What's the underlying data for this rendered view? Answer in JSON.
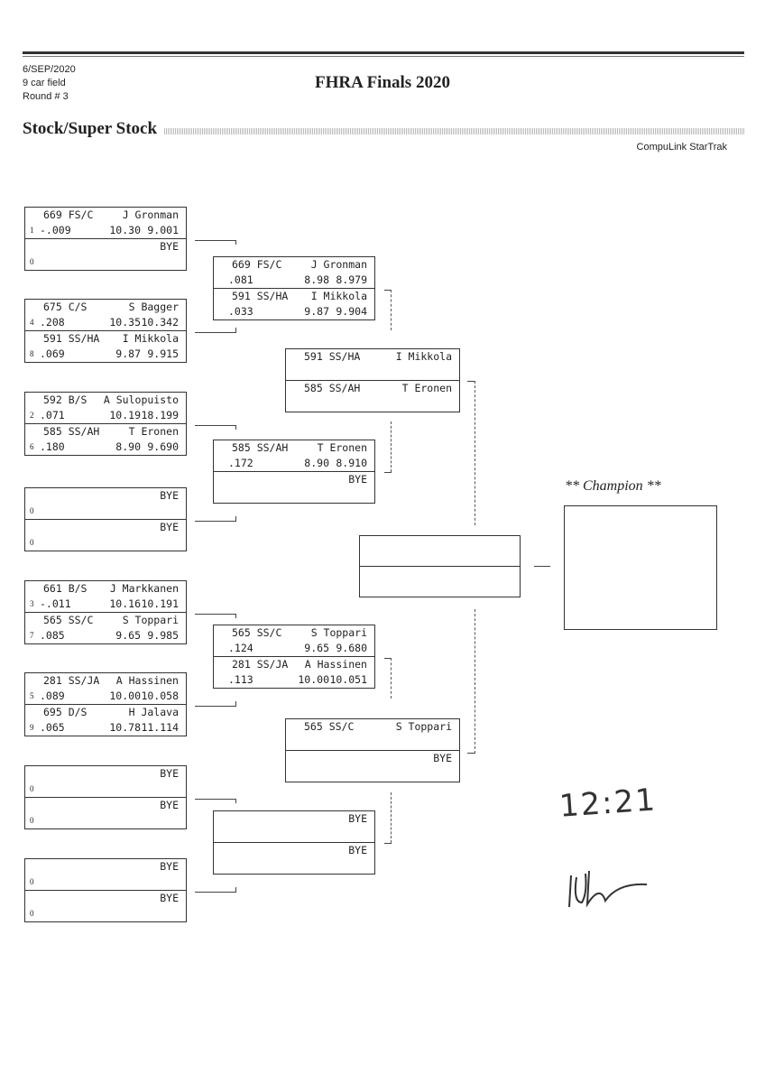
{
  "header": {
    "date": "6/SEP/2020",
    "field": "9 car field",
    "round": "Round # 3",
    "title": "FHRA Finals 2020",
    "class": "Stock/Super Stock",
    "brand": "CompuLink StarTrak"
  },
  "round1": [
    [
      {
        "num": "669  FS/C",
        "name": "J Gronman",
        "seed": "1",
        "rt": "-.009",
        "et": "10.30",
        "sp": "9.001"
      },
      {
        "name": "BYE",
        "seed": "0"
      }
    ],
    [
      {
        "num": "675   C/S",
        "name": "S Bagger",
        "seed": "4",
        "rt": ".208",
        "et": "10.35",
        "sp": "10.342"
      },
      {
        "num": "591 SS/HA",
        "name": "I Mikkola",
        "seed": "8",
        "rt": ".069",
        "et": "9.87",
        "sp": "9.915"
      }
    ],
    [
      {
        "num": "592   B/S",
        "name": "A Sulopuisto",
        "seed": "2",
        "rt": ".071",
        "et": "10.19",
        "sp": "18.199"
      },
      {
        "num": "585 SS/AH",
        "name": "T Eronen",
        "seed": "6",
        "rt": ".180",
        "et": "8.90",
        "sp": "9.690"
      }
    ],
    [
      {
        "name": "BYE",
        "seed": "0"
      },
      {
        "name": "BYE",
        "seed": "0"
      }
    ],
    [
      {
        "num": "661   B/S",
        "name": "J Markkanen",
        "seed": "3",
        "rt": "-.011",
        "et": "10.16",
        "sp": "10.191"
      },
      {
        "num": "565  SS/C",
        "name": "S Toppari",
        "seed": "7",
        "rt": ".085",
        "et": "9.65",
        "sp": "9.985"
      }
    ],
    [
      {
        "num": "281 SS/JA",
        "name": "A Hassinen",
        "seed": "5",
        "rt": ".089",
        "et": "10.00",
        "sp": "10.058"
      },
      {
        "num": "695   D/S",
        "name": "H Jalava",
        "seed": "9",
        "rt": ".065",
        "et": "10.78",
        "sp": "11.114"
      }
    ],
    [
      {
        "name": "BYE",
        "seed": "0"
      },
      {
        "name": "BYE",
        "seed": "0"
      }
    ],
    [
      {
        "name": "BYE",
        "seed": "0"
      },
      {
        "name": "BYE",
        "seed": "0"
      }
    ]
  ],
  "round2": [
    [
      {
        "num": "669  FS/C",
        "name": "J Gronman",
        "rt": ".081",
        "et": "8.98",
        "sp": "8.979"
      },
      {
        "num": "591 SS/HA",
        "name": "I Mikkola",
        "rt": ".033",
        "et": "9.87",
        "sp": "9.904"
      }
    ],
    [
      {
        "num": "585 SS/AH",
        "name": "T Eronen",
        "rt": ".172",
        "et": "8.90",
        "sp": "8.910"
      },
      {
        "name": "BYE"
      }
    ],
    [
      {
        "num": "565  SS/C",
        "name": "S Toppari",
        "rt": ".124",
        "et": "9.65",
        "sp": "9.680"
      },
      {
        "num": "281 SS/JA",
        "name": "A Hassinen",
        "rt": ".113",
        "et": "10.00",
        "sp": "10.051"
      }
    ],
    [
      {
        "name": "BYE"
      },
      {
        "name": "BYE"
      }
    ]
  ],
  "round3": [
    [
      {
        "num": "591 SS/HA",
        "name": "I Mikkola"
      },
      {
        "num": "585 SS/AH",
        "name": "T Eronen"
      }
    ],
    [
      {
        "num": "565  SS/C",
        "name": "S Toppari"
      },
      {
        "name": "BYE"
      }
    ]
  ],
  "final": [
    {},
    {}
  ],
  "champion_label": "** Champion **",
  "handwriting": {
    "time": "12:21",
    "initials": "Ulr"
  }
}
